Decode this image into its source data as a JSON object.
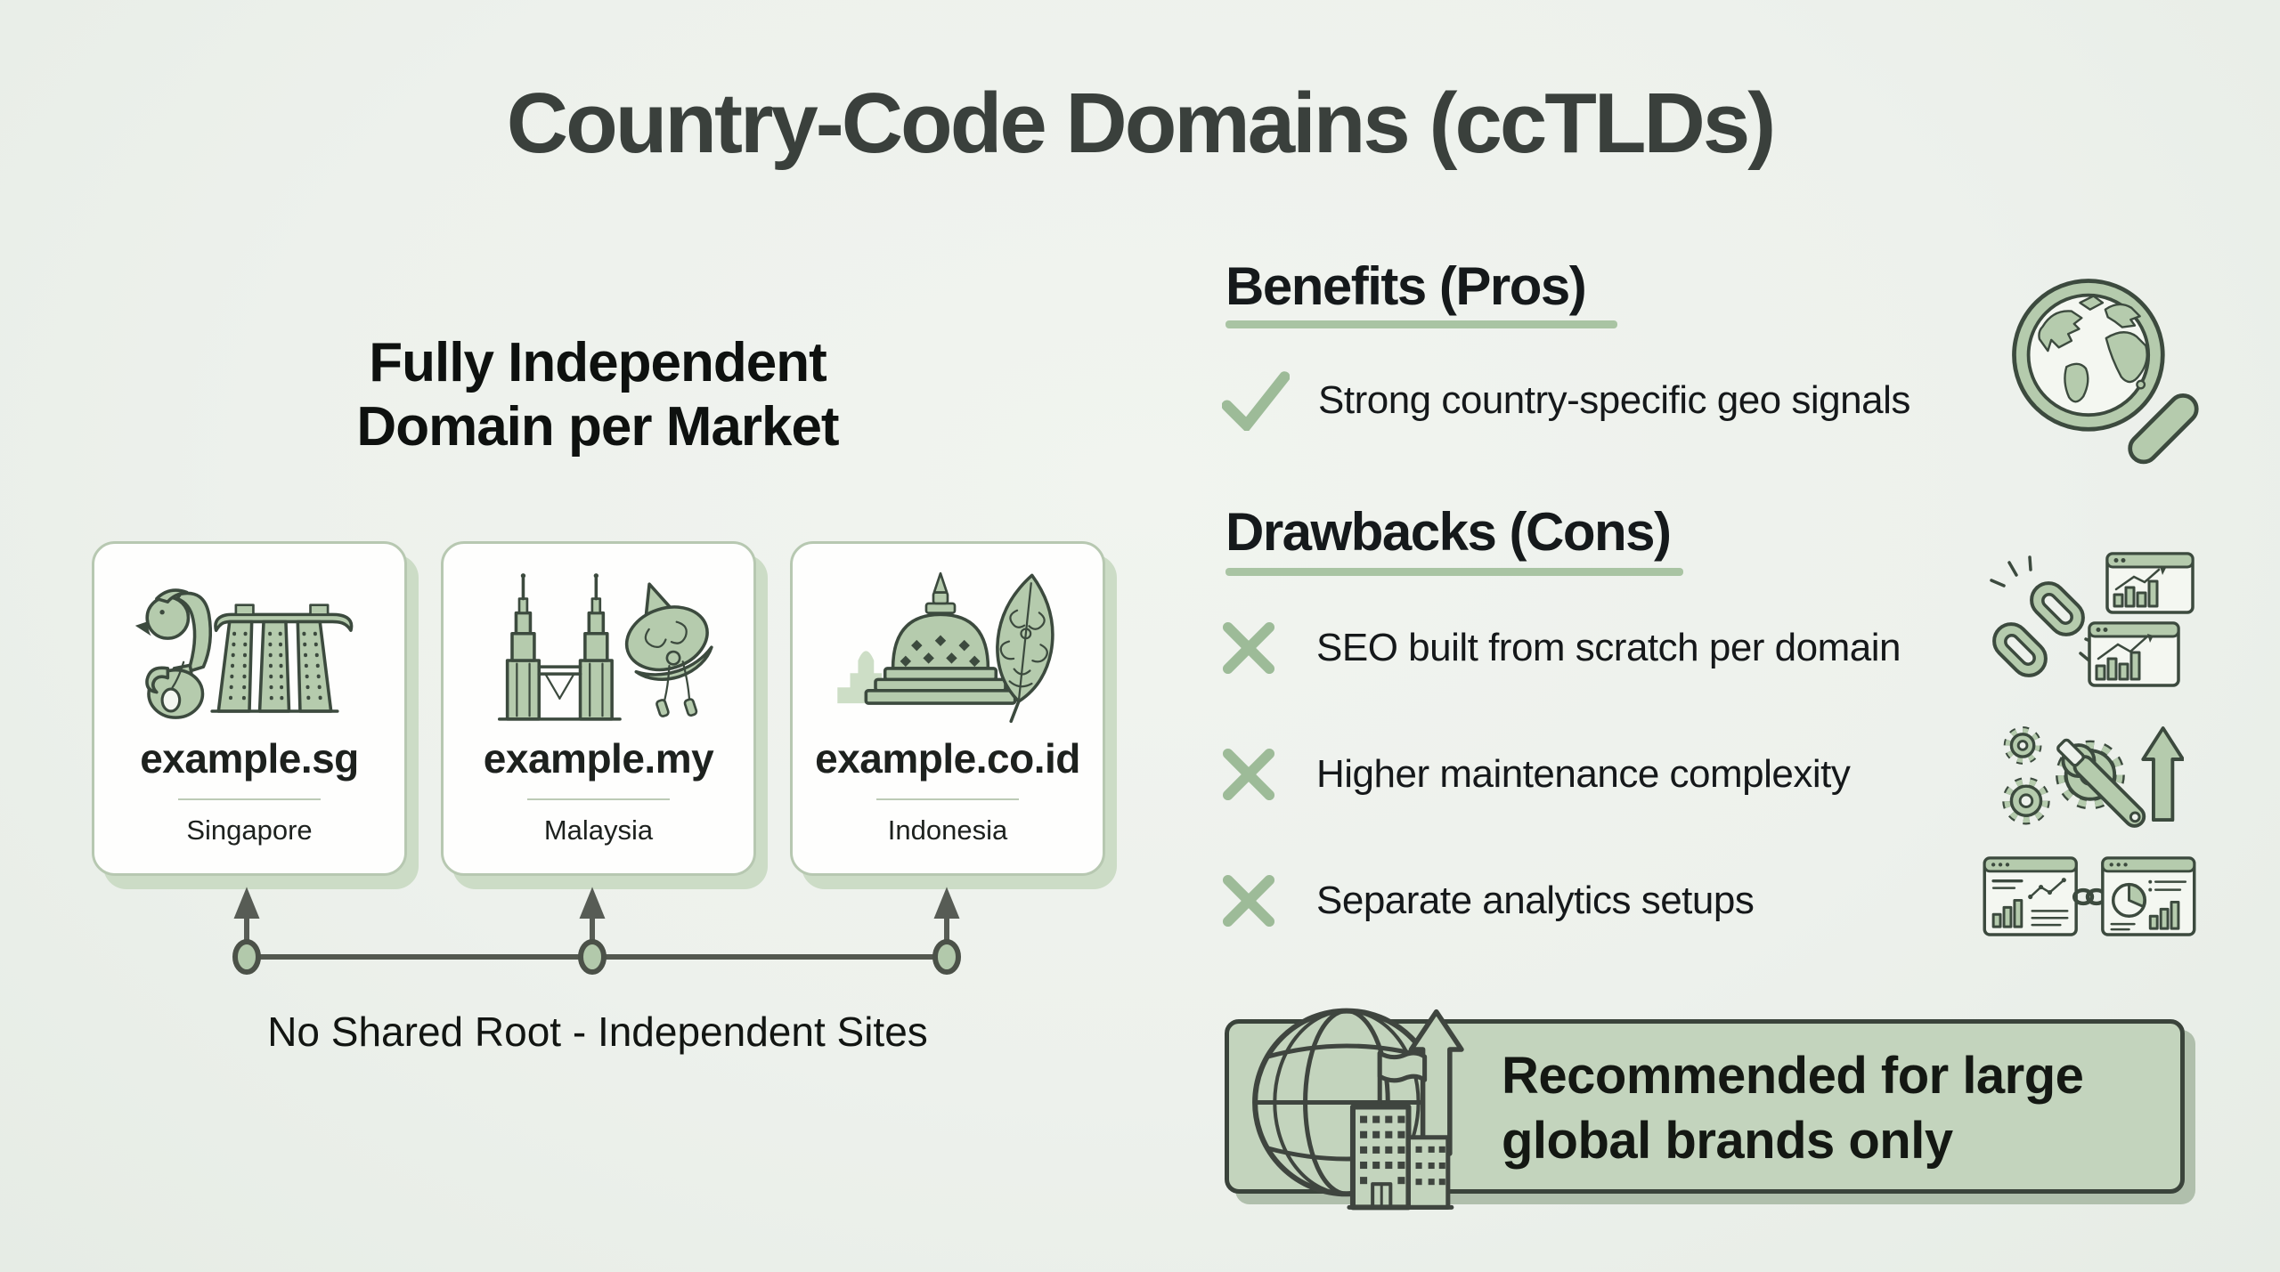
{
  "title": "Country-Code Domains (ccTLDs)",
  "left": {
    "heading_line1": "Fully Independent",
    "heading_line2": "Domain per Market",
    "cards": [
      {
        "domain": "example.sg",
        "country": "Singapore",
        "icon": "merlion-marina-bay-sands-icon"
      },
      {
        "domain": "example.my",
        "country": "Malaysia",
        "icon": "petronas-towers-wau-kite-icon"
      },
      {
        "domain": "example.co.id",
        "country": "Indonesia",
        "icon": "borobudur-gunungan-icon"
      }
    ],
    "caption": "No Shared Root - Independent Sites"
  },
  "benefits": {
    "heading": "Benefits (Pros)",
    "items": [
      {
        "text": "Strong country-specific geo signals",
        "icon": "globe-magnifier-icon"
      }
    ]
  },
  "drawbacks": {
    "heading": "Drawbacks (Cons)",
    "items": [
      {
        "text": "SEO built from scratch per domain",
        "icon": "broken-link-seo-charts-icon"
      },
      {
        "text": "Higher maintenance complexity",
        "icon": "gears-wrench-growth-icon"
      },
      {
        "text": "Separate analytics setups",
        "icon": "separate-analytics-windows-icon"
      }
    ]
  },
  "recommendation": {
    "text": "Recommended for large global brands only",
    "icon": "global-brand-globe-buildings-icon"
  },
  "colors": {
    "background": "#edf1ec",
    "sage_fill": "#b5cbad",
    "icon_stroke": "#3c4a3e",
    "check_cross": "#9dbb98",
    "underline": "#a9c4a3",
    "card_border": "#b7c8b1",
    "card_shadow": "#ccdcc6",
    "connector": "#53584f",
    "box_bg": "#c3d4bd",
    "box_border": "#3a433b",
    "title_text": "#3a403c",
    "body_text": "#15181a"
  }
}
